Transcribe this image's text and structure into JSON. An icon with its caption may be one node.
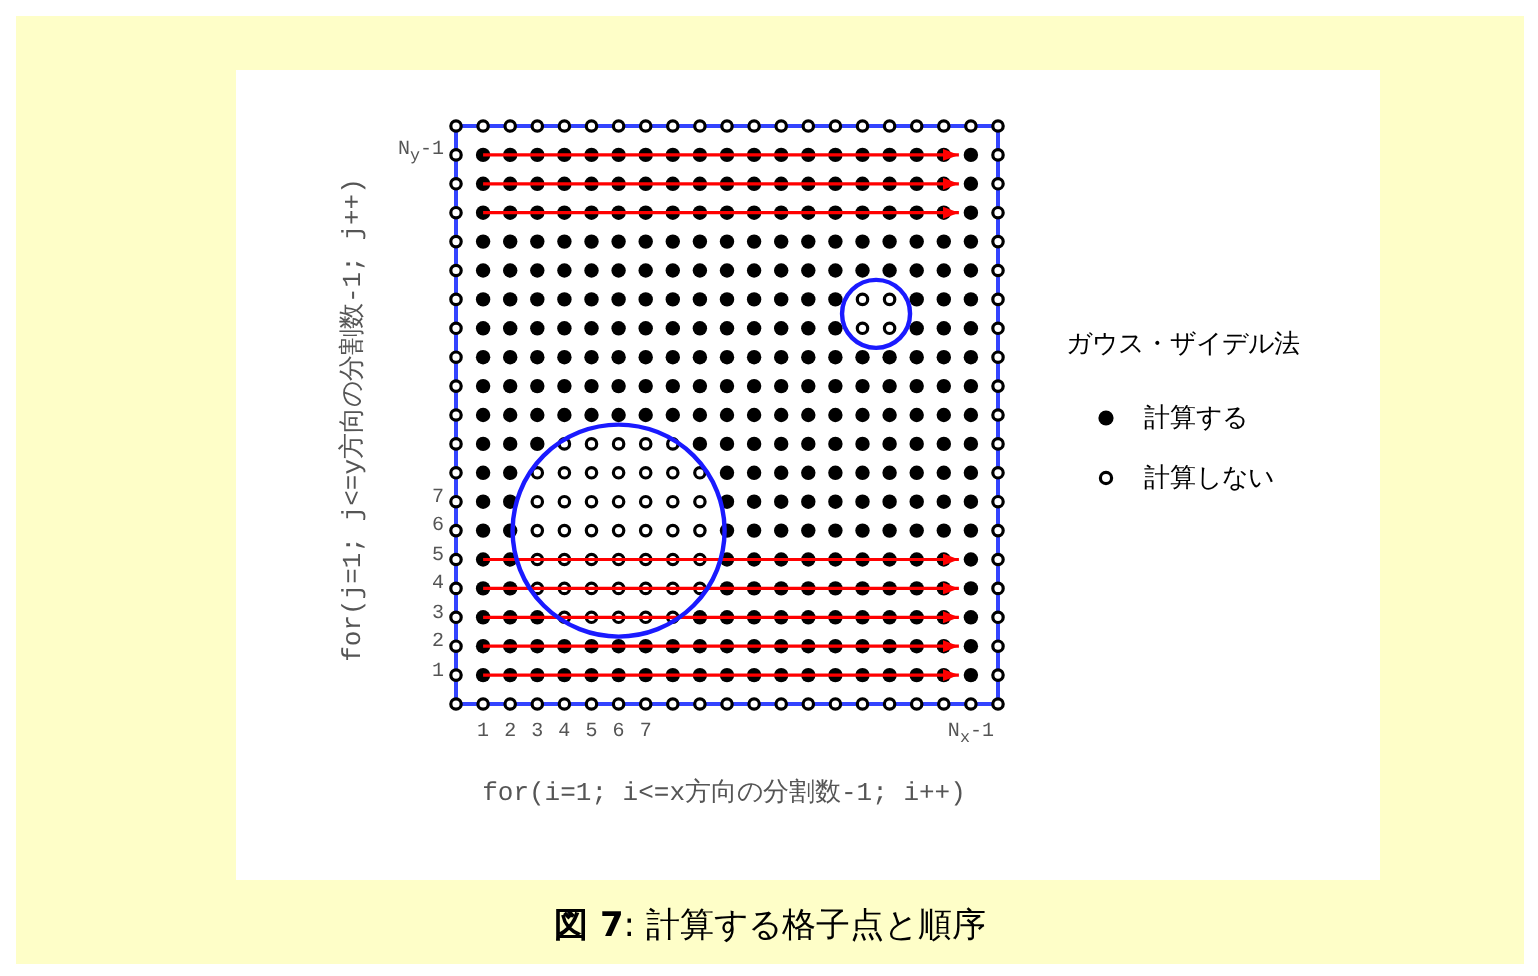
{
  "diagram": {
    "caption": "**図 7**: 計算する格子点と順序",
    "labels": [
      "N$_{y}$-1",
      "7",
      "6",
      "5",
      "4",
      "3",
      "2",
      "1",
      "for(j=1; j<=y方向の分割数-1; j++)",
      "ガウス・ザイデル法",
      "1",
      "2",
      "3",
      "4",
      "5",
      "6",
      "7",
      "N$_{x}$-1",
      "for(i=1; i<=x方向の分割数-1; i++)"
    ],
    "legend": [
      {
        "text": "計算する"
      },
      {
        "text": "計算しない"
      }
    ]
  }
}
